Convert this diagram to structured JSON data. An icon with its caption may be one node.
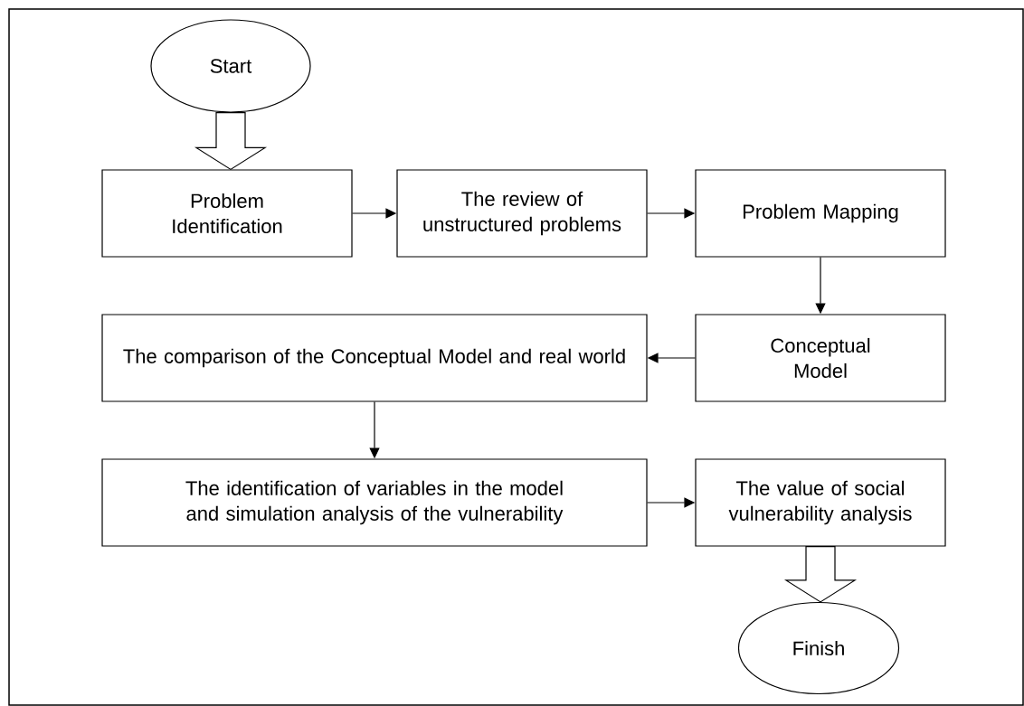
{
  "diagram": {
    "nodes": [
      {
        "text": [
          "Start"
        ]
      },
      {
        "text": [
          "Problem Identification"
        ]
      },
      {
        "text": [
          "The review of unstructured problems"
        ]
      },
      {
        "text": [
          "Problem Mapping"
        ]
      },
      {
        "text": [
          "Conceptual Model"
        ]
      },
      {
        "text": [
          "The comparison of the Conceptual Model and real world"
        ]
      },
      {
        "text": [
          "The identification of variables in the model and simulation analysis of the vulnerability"
        ]
      },
      {
        "text": [
          "The value of social vulnerability analysis"
        ]
      },
      {
        "text": [
          "Finish"
        ]
      }
    ],
    "edges": [
      {
        "from": 0,
        "to": 1,
        "arrow": "to",
        "style": "thick"
      },
      {
        "from": 1,
        "to": 2,
        "arrow": "to"
      },
      {
        "from": 2,
        "to": 3,
        "arrow": "to"
      },
      {
        "from": 3,
        "to": 4,
        "arrow": "to"
      },
      {
        "from": 4,
        "to": 5,
        "arrow": "to"
      },
      {
        "from": 5,
        "to": 6,
        "arrow": "to"
      },
      {
        "from": 6,
        "to": 7,
        "arrow": "to"
      },
      {
        "from": 7,
        "to": 8,
        "arrow": "to",
        "style": "thick"
      }
    ]
  }
}
